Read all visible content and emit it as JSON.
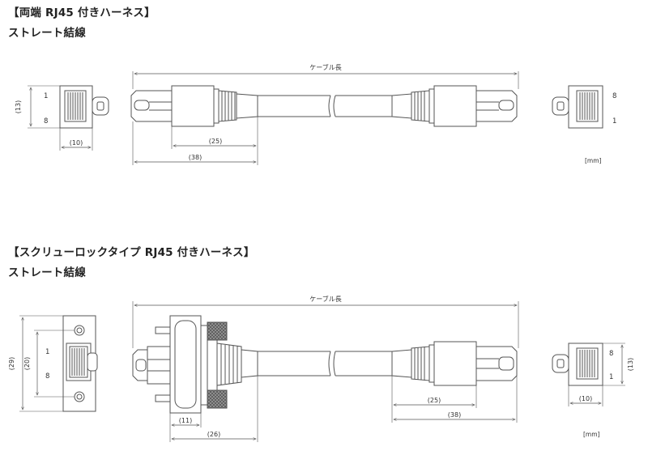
{
  "section1": {
    "title": "【両端 RJ45 付きハーネス】",
    "subtitle": "ストレート結線",
    "cable_length_label": "ケーブル長",
    "dim_height": "(13)",
    "dim_width": "(10)",
    "dim_boot": "(25)",
    "dim_total": "(38)",
    "left_pin_top": "1",
    "left_pin_bottom": "8",
    "right_pin_top": "8",
    "right_pin_bottom": "1",
    "unit": "[mm]"
  },
  "section2": {
    "title": "【スクリューロックタイプ RJ45 付きハーネス】",
    "subtitle": "ストレート結線",
    "cable_length_label": "ケーブル長",
    "dim_outer_height": "(29)",
    "dim_inner_height": "(20)",
    "dim_flange": "(11)",
    "dim_screw_total": "(26)",
    "dim_boot": "(25)",
    "dim_total": "(38)",
    "right_dim_height": "(13)",
    "right_dim_width": "(10)",
    "left_pin_top": "1",
    "left_pin_bottom": "8",
    "right_pin_top": "8",
    "right_pin_bottom": "1",
    "unit": "[mm]"
  },
  "colors": {
    "line": "#555555",
    "fill": "#ffffff",
    "dark": "#333333",
    "knurl": "#8a8a8a"
  }
}
